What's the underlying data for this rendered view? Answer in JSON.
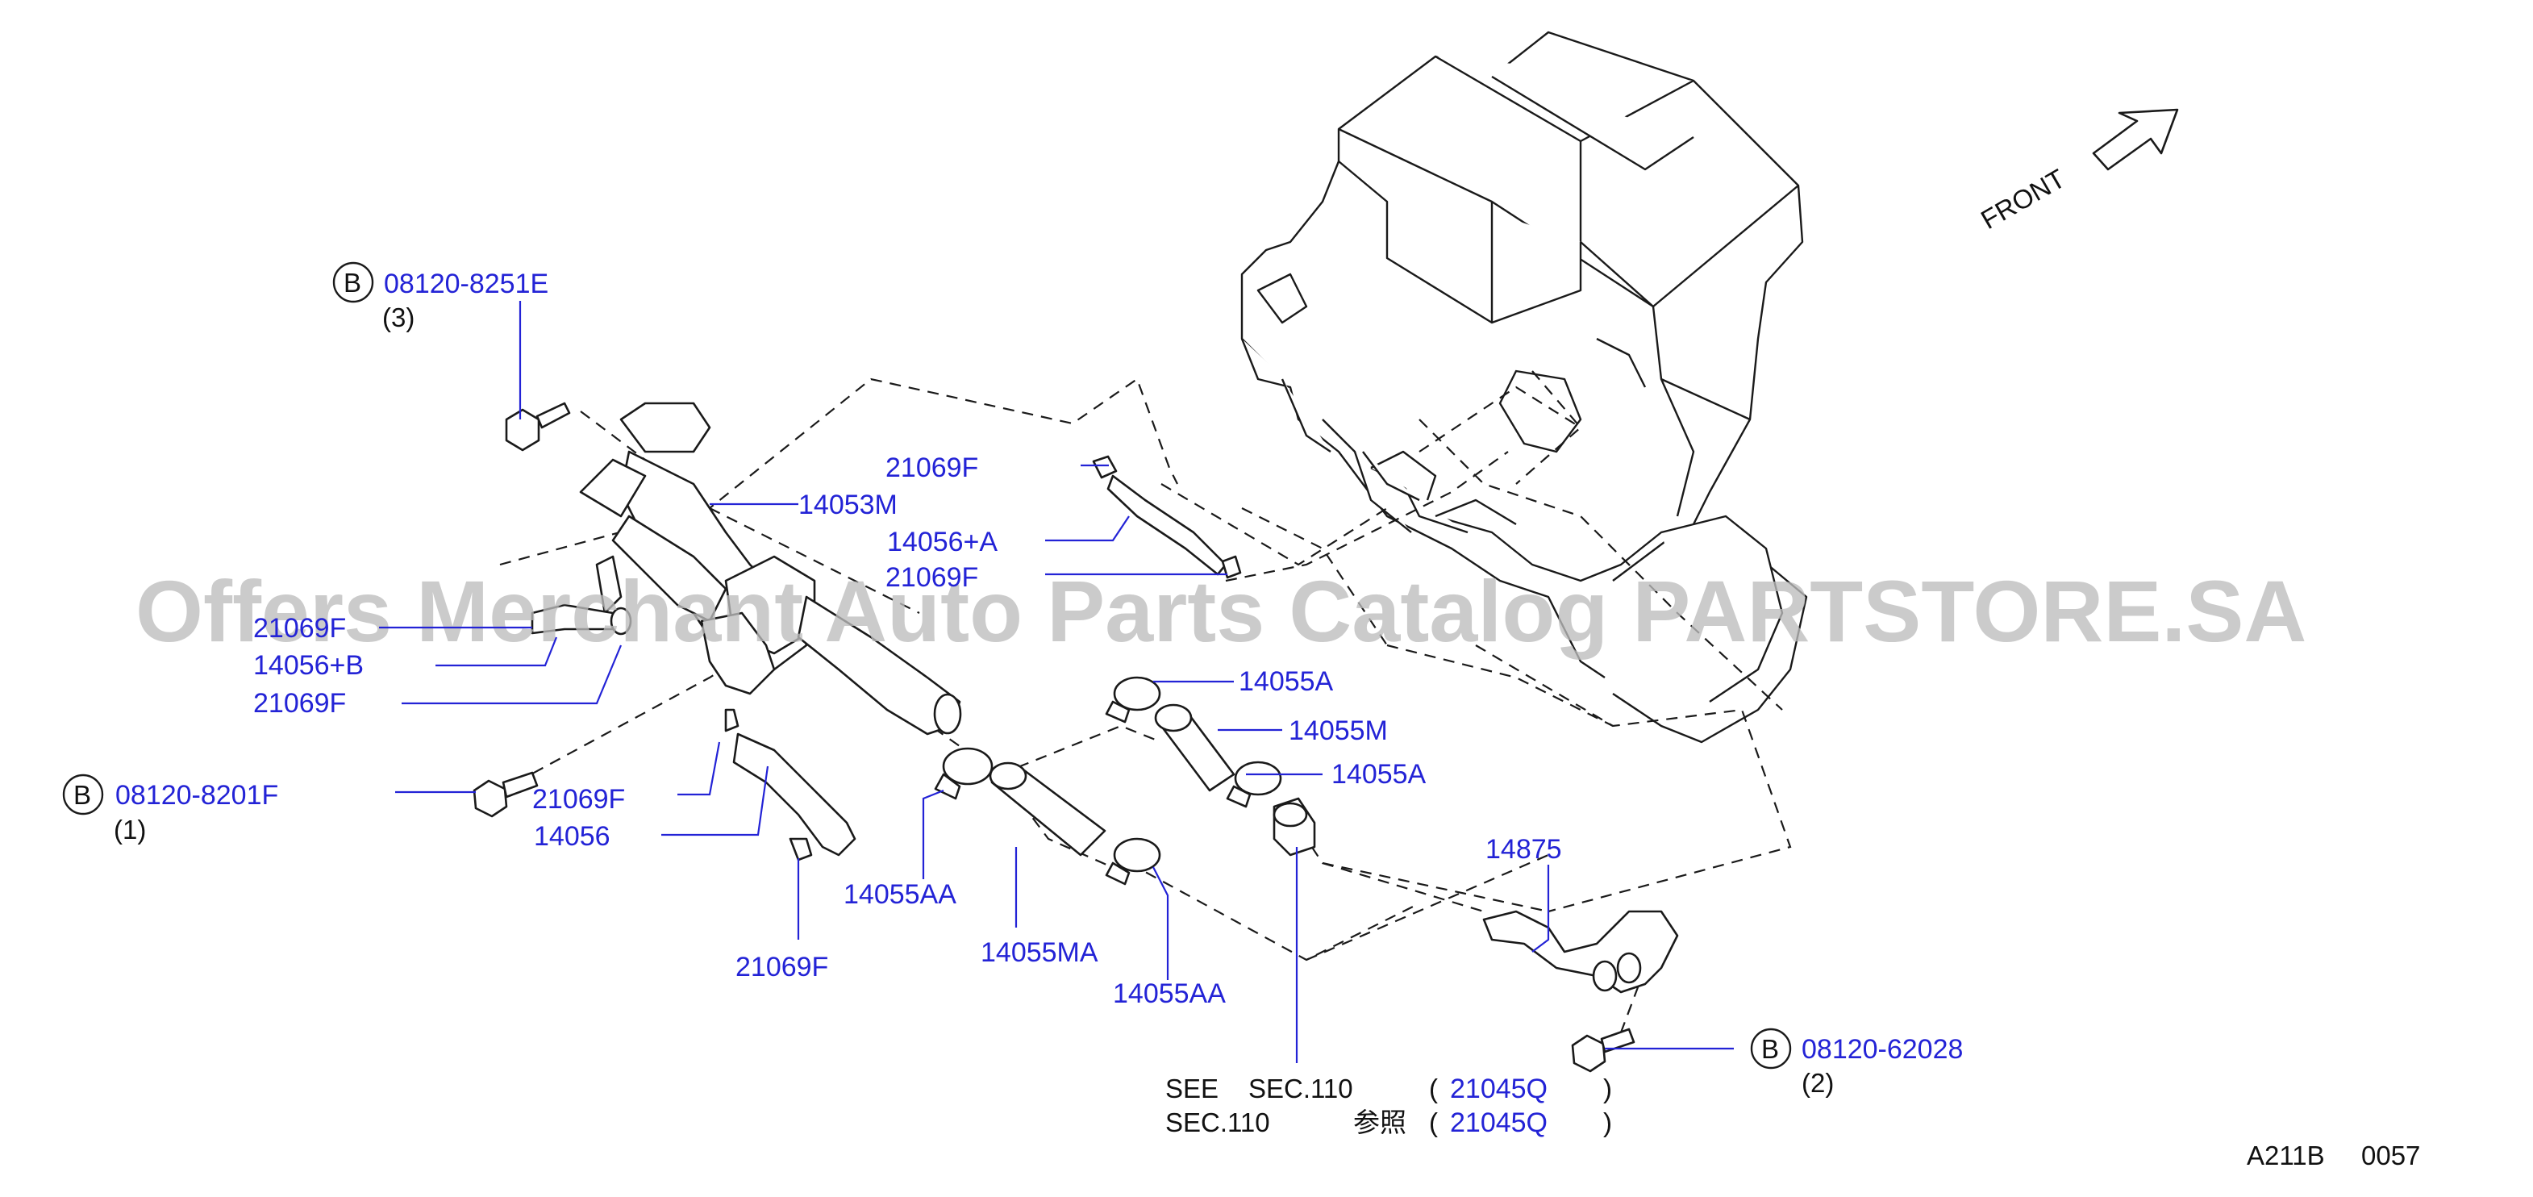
{
  "front_label": "FRONT",
  "watermark": "Offers Merchant Auto Parts Catalog PARTSTORE.SA",
  "bolts": [
    {
      "badge": "B",
      "part": "08120-8251E",
      "qty": "(3)"
    },
    {
      "badge": "B",
      "part": "08120-8201F",
      "qty": "(1)"
    },
    {
      "badge": "B",
      "part": "08120-62028",
      "qty": "(2)"
    }
  ],
  "parts": {
    "p21069F_a": "21069F",
    "p14053M": "14053M",
    "p14056A": "14056+A",
    "p21069F_b": "21069F",
    "p21069F_c": "21069F",
    "p14056B": "14056+B",
    "p21069F_d": "21069F",
    "p14055A_a": "14055A",
    "p14055M": "14055M",
    "p14055A_b": "14055A",
    "p21069F_e": "21069F",
    "p14056": "14056",
    "p14055AA_a": "14055AA",
    "p14875": "14875",
    "p14055MA": "14055MA",
    "p14055AA_b": "14055AA",
    "p21069F_f": "21069F"
  },
  "see_ref": {
    "line1_prefix": "SEE",
    "line1_sec": "SEC.110",
    "line2_sec": "SEC.110",
    "line2_jp": "参照",
    "open_paren": "(",
    "close_paren": ")",
    "part": "21045Q"
  },
  "diagram_code": "A211B",
  "diagram_num": "0057"
}
